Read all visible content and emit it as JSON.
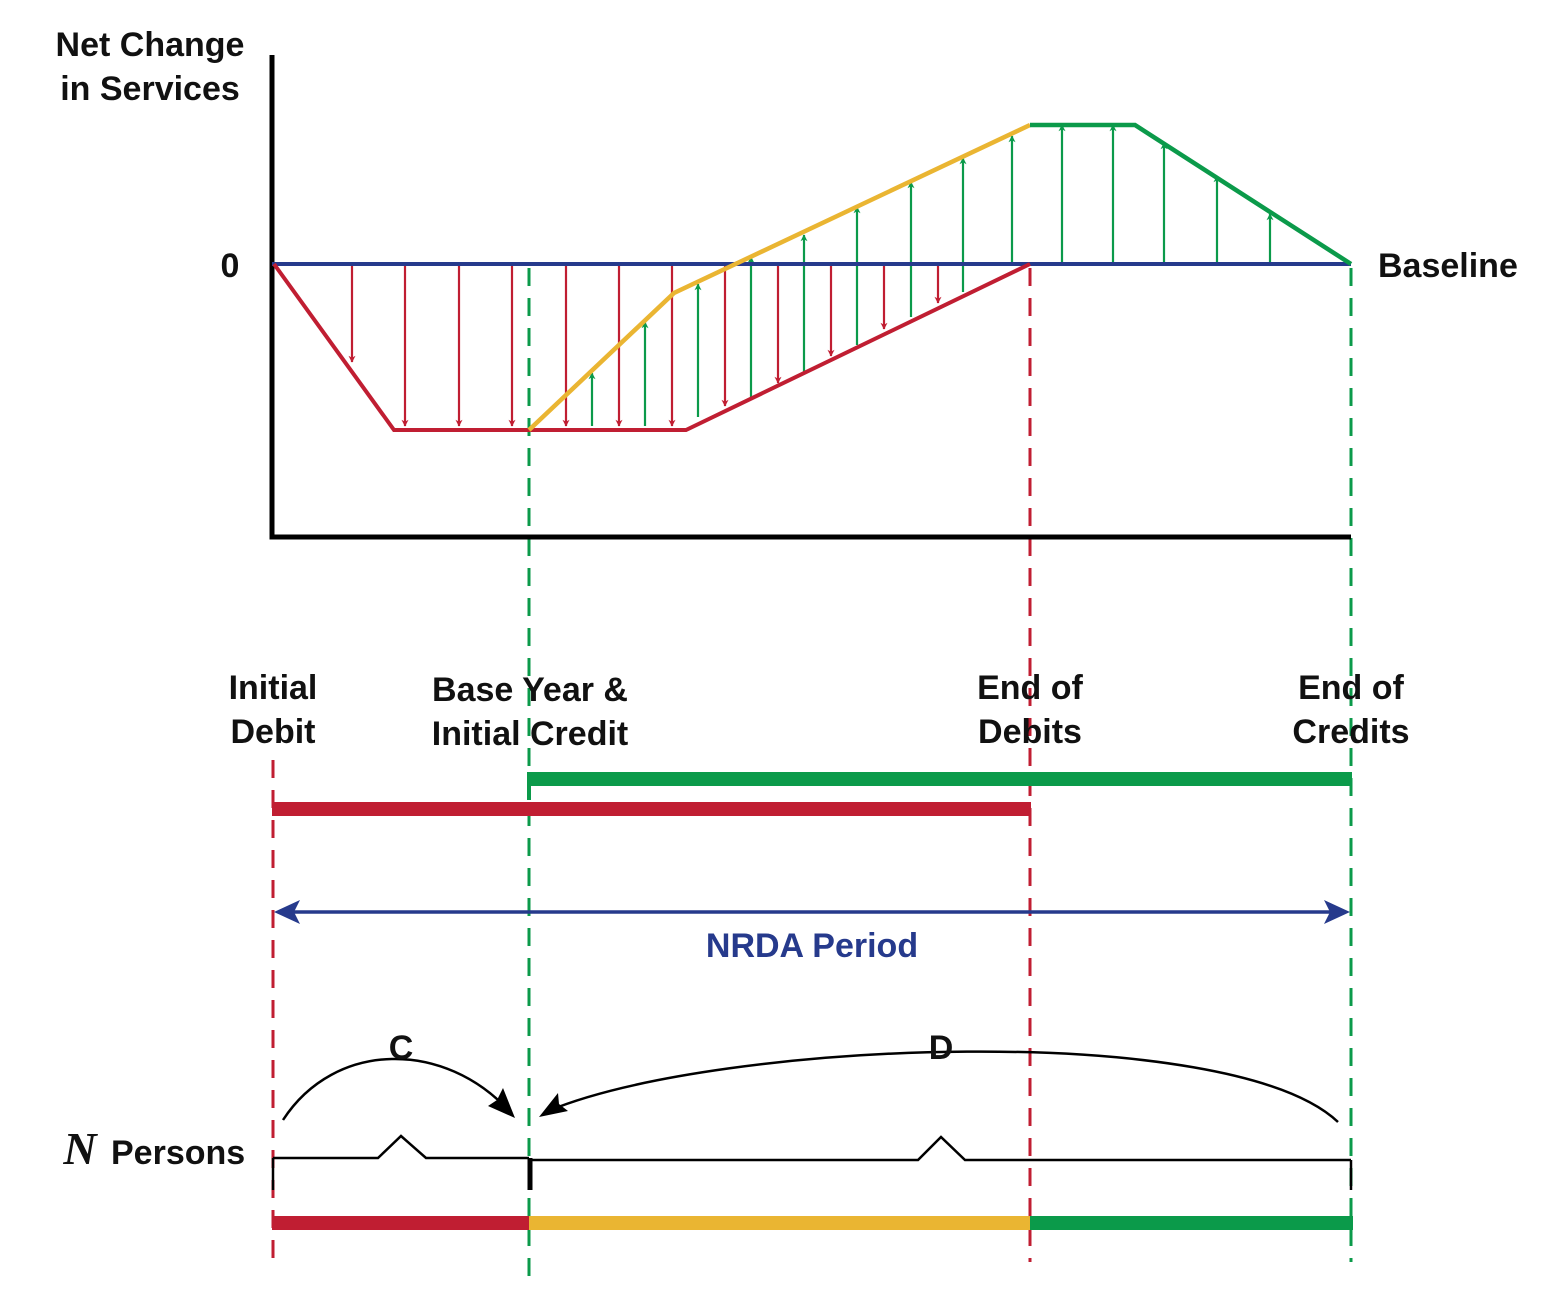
{
  "yaxis_label": [
    "Net Change",
    "in Services"
  ],
  "zero_label": "0",
  "baseline_label": "Baseline",
  "markers": {
    "initial_debit": [
      "Initial",
      "Debit"
    ],
    "base_year": [
      "Base Year &",
      "Initial Credit"
    ],
    "end_debits": [
      "End of",
      "Debits"
    ],
    "end_credits": [
      "End of",
      "Credits"
    ]
  },
  "nrda_period_label": "NRDA Period",
  "arc_c_label": "C",
  "arc_d_label": "D",
  "n_symbol": "N",
  "persons_label": "Persons",
  "colors": {
    "debit": "#c01e32",
    "credit": "#0b9a4a",
    "restoration": "#eab532",
    "baseline": "#263a8c",
    "axis": "#000000"
  }
}
